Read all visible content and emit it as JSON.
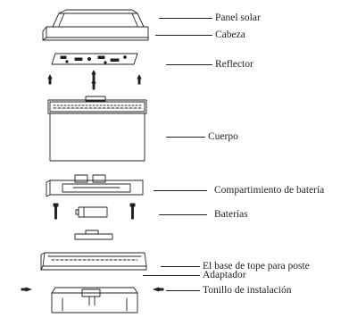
{
  "labels": {
    "panel_solar": "Panel solar",
    "cabeza": "Cabeza",
    "reflector": "Reflector",
    "cuerpo": "Cuerpo",
    "compartimiento": "Compartimiento de batería",
    "baterias": "Baterías",
    "base": "El base de tope para poste",
    "adaptador": "Adaptador",
    "tornillo": "Tonillo de instalación"
  }
}
